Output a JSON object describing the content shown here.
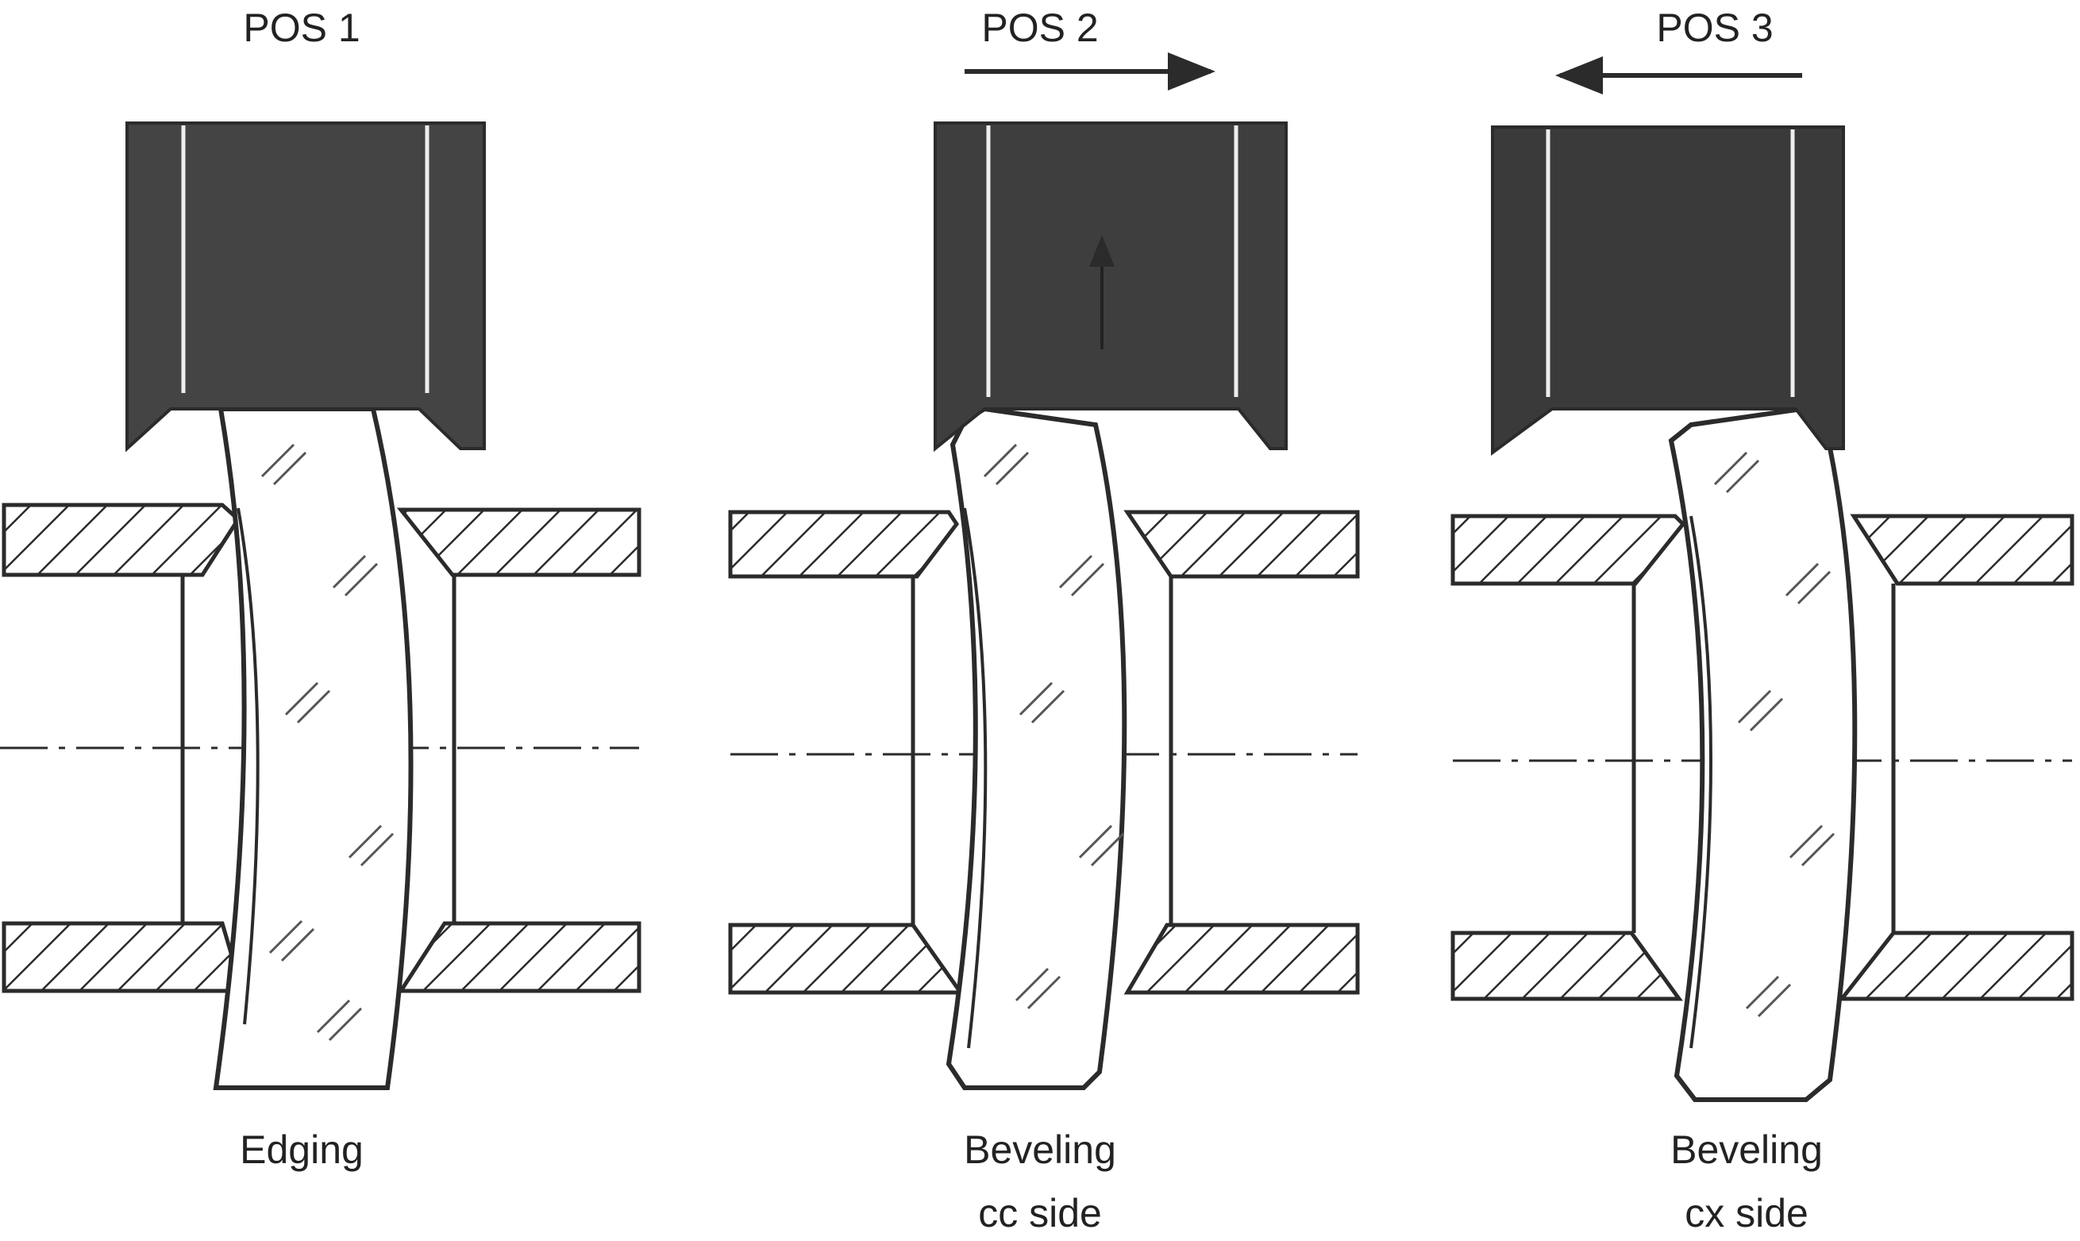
{
  "colors": {
    "ink": "#2b2b2b",
    "wheel": "#444444",
    "wheel_dark": "#3a3a3a",
    "background": "#ffffff",
    "lens_fill": "#ffffff"
  },
  "panels": [
    {
      "id": "pos1",
      "position_label": "POS 1",
      "arrow": "none",
      "operation_label_lines": [
        "Edging"
      ]
    },
    {
      "id": "pos2",
      "position_label": "POS 2",
      "arrow": "right",
      "operation_label_lines": [
        "Beveling",
        "cc side"
      ]
    },
    {
      "id": "pos3",
      "position_label": "POS 3",
      "arrow": "left",
      "operation_label_lines": [
        "Beveling",
        "cx side"
      ]
    }
  ],
  "icons": {
    "grinding_wheel": "grinding-wheel-icon",
    "lens": "meniscus-lens-icon",
    "holder": "hatched-holder-icon",
    "axis": "centerline-icon",
    "motion_arrow": "arrow-icon"
  }
}
